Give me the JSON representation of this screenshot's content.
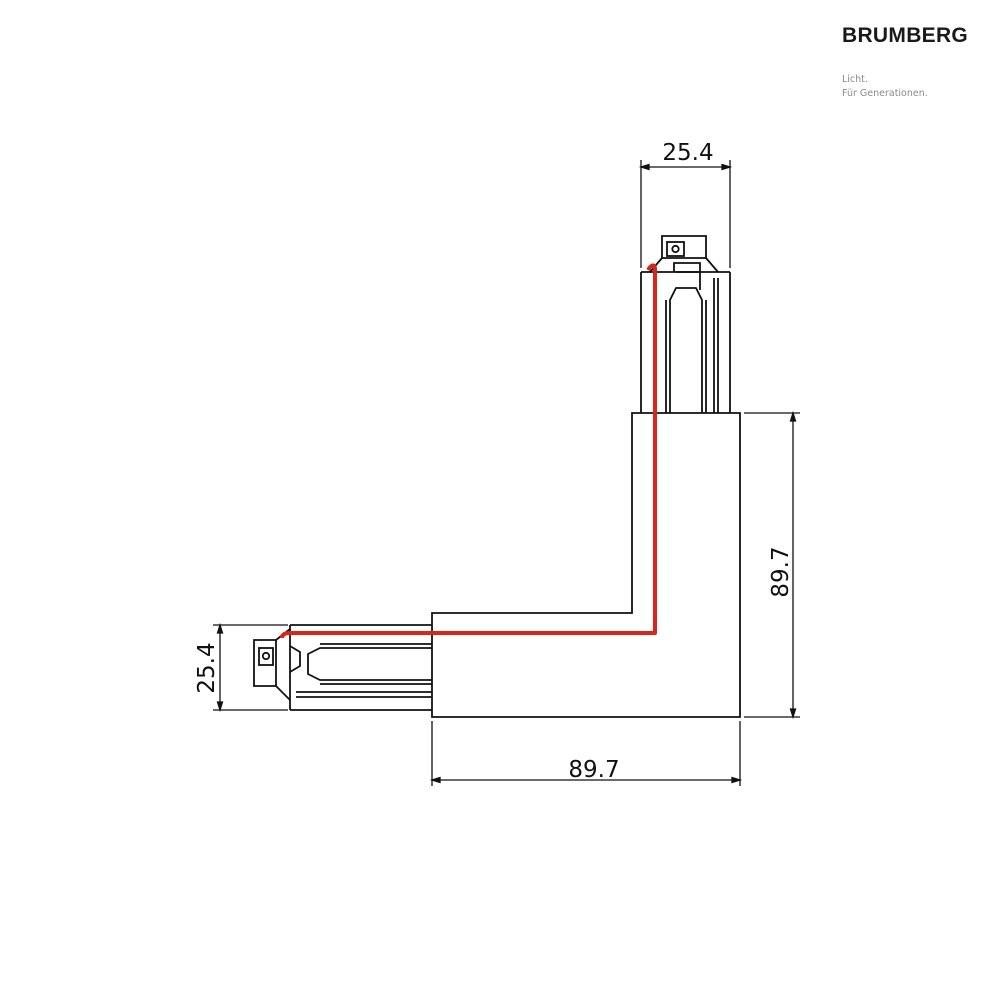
{
  "brand": {
    "name": "BRUMBERG",
    "tagline_line1": "Licht.",
    "tagline_line2": "Für Generationen."
  },
  "dimensions": {
    "top_width": "25.4",
    "right_height": "89.7",
    "left_height": "25.4",
    "bottom_width": "89.7"
  },
  "colors": {
    "line": "#111111",
    "conductor": "#d9261c"
  }
}
